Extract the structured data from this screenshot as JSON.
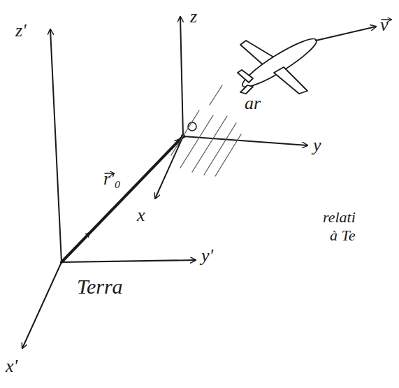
{
  "diagram": {
    "labels": [
      "z'",
      "z",
      "ar",
      "y'",
      "r'₀",
      "x",
      "y",
      "x'",
      "Terra",
      "v",
      "relati",
      "à Te"
    ]
  }
}
